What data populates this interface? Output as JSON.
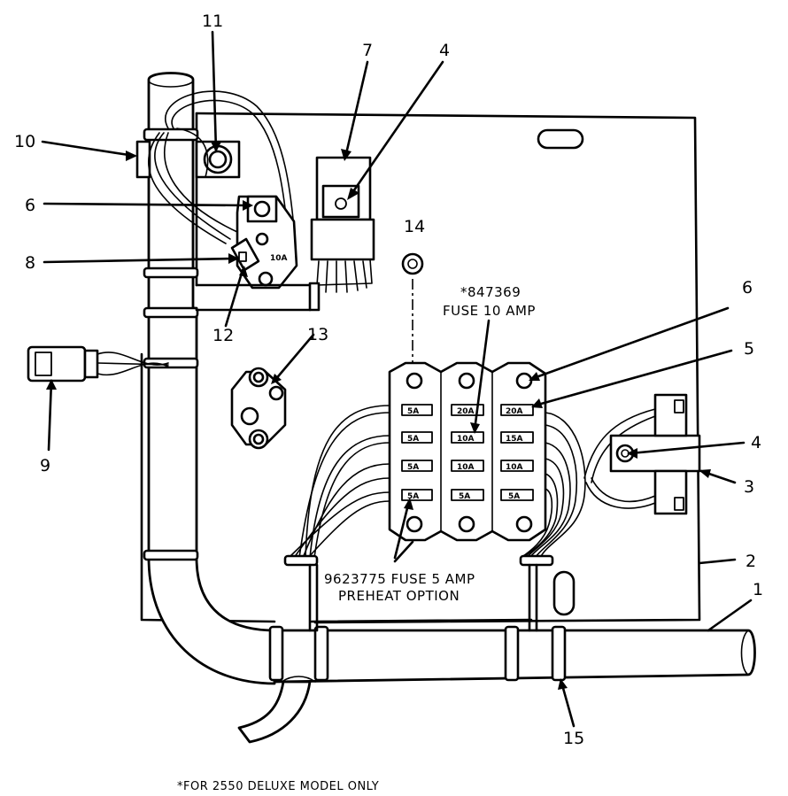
{
  "callouts": {
    "c1": "1",
    "c2": "2",
    "c3": "3",
    "c4a": "4",
    "c4b": "4",
    "c5": "5",
    "c6a": "6",
    "c6b": "6",
    "c7": "7",
    "c8": "8",
    "c9": "9",
    "c10": "10",
    "c11": "11",
    "c12": "12",
    "c13": "13",
    "c14": "14",
    "c15": "15"
  },
  "notes": {
    "fuse10_part": "*847369",
    "fuse10_name": "FUSE 10 AMP",
    "fuse5_name": "9623775 FUSE 5 AMP",
    "fuse5_option": "PREHEAT OPTION",
    "footnote": "*FOR 2550 DELUXE MODEL ONLY",
    "relay_fuse": "10A"
  },
  "fuse_block": {
    "col1": [
      "5A",
      "5A",
      "5A",
      "5A"
    ],
    "col2": [
      "20A",
      "10A",
      "10A",
      "5A"
    ],
    "col3": [
      "20A",
      "15A",
      "10A",
      "5A"
    ]
  }
}
